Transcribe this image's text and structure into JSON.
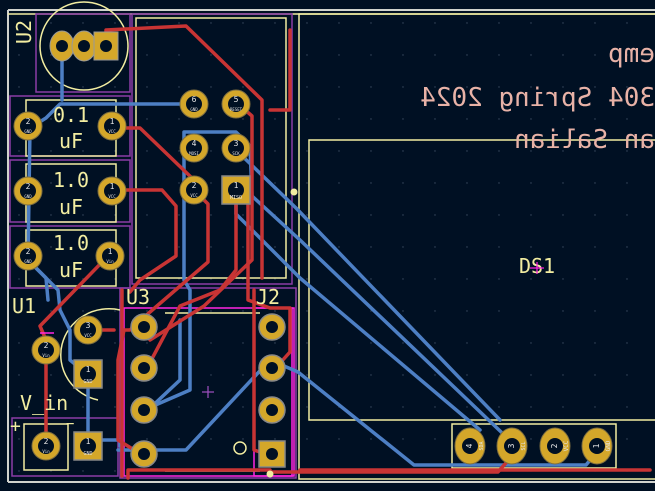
{
  "colors": {
    "background": "#001023",
    "front_copper": "#c83434",
    "back_copper": "#4d7fc4",
    "pad": "#d4a72a",
    "silkscreen": "#f2eda1",
    "courtyard": "#ff26e2",
    "fab": "#8a3ca6",
    "edge": "#d0d2cd",
    "back_silk": "#e8b2a7"
  },
  "components": {
    "u2": {
      "ref": "U2",
      "pads": [
        "",
        "",
        ""
      ]
    },
    "c1": {
      "value_line1": "0.1",
      "value_line2": "uF",
      "pad2_num": "2",
      "pad2_net": "GND",
      "pad1_num": "1",
      "pad1_net": "VCC"
    },
    "c2": {
      "value_line1": "1.0",
      "value_line2": "uF",
      "pad2_num": "2",
      "pad2_net": "GND",
      "pad1_num": "1",
      "pad1_net": "VCC"
    },
    "c3": {
      "value_line1": "1.0",
      "value_line2": "uF",
      "pad2_num": "2",
      "pad2_net": "GND",
      "pad1_num": "1",
      "pad1_net": "Vin"
    },
    "isp": {
      "pads": [
        {
          "num": "6",
          "net": "GND"
        },
        {
          "num": "5",
          "net": "RESET"
        },
        {
          "num": "4",
          "net": "MOSI"
        },
        {
          "num": "3",
          "net": "SCK"
        },
        {
          "num": "2",
          "net": "VCC"
        },
        {
          "num": "1",
          "net": "MISO"
        }
      ]
    },
    "u1": {
      "ref": "U1",
      "pad2_num": "2",
      "pad2_net": "Vin",
      "pad3_num": "3",
      "pad3_net": "VCC",
      "pad1_num": "1",
      "pad1_net": "GND"
    },
    "vin": {
      "ref": "V_in",
      "plus": "+",
      "minus": "−",
      "pad2_num": "2",
      "pad2_net": "Vin",
      "pad1_num": "1",
      "pad1_net": "GND"
    },
    "u3": {
      "ref": "U3"
    },
    "j2": {
      "ref": "J2"
    },
    "ds1": {
      "ref": "DS1",
      "pins": [
        {
          "num": "4",
          "net": "SDA"
        },
        {
          "num": "3",
          "net": "SCL"
        },
        {
          "num": "2",
          "net": "VCC"
        },
        {
          "num": "1",
          "net": "GND"
        }
      ]
    }
  },
  "back_silk_text": {
    "line1": "emp",
    "line2": "304 Spring 2024",
    "line3": "an Salian"
  }
}
